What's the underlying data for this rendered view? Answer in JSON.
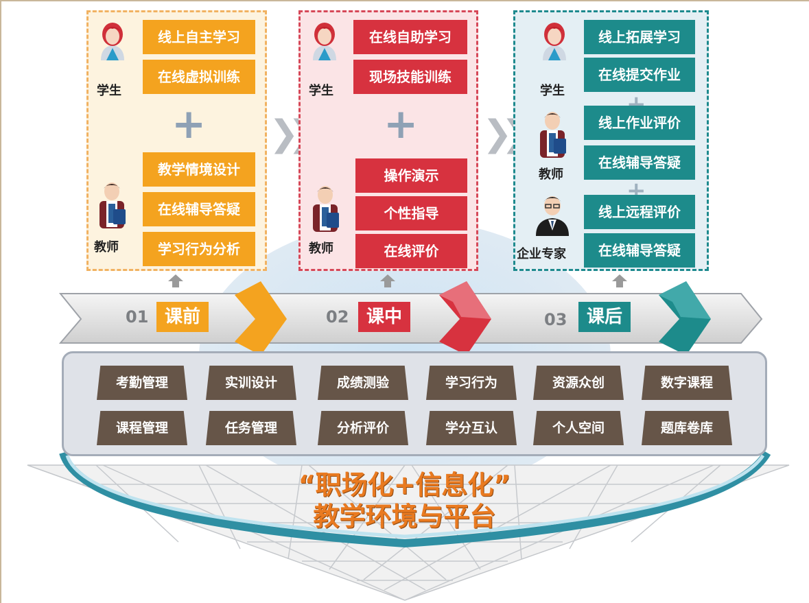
{
  "phases": [
    {
      "num": "01",
      "label": "课前",
      "color": "#f4a31f"
    },
    {
      "num": "02",
      "label": "课中",
      "color": "#d7323f"
    },
    {
      "num": "03",
      "label": "课后",
      "color": "#1d8b8b"
    }
  ],
  "panel1": {
    "student_role": "学生",
    "teacher_role": "教师",
    "student_tasks": [
      "线上自主学习",
      "在线虚拟训练"
    ],
    "teacher_tasks": [
      "教学情境设计",
      "在线辅导答疑",
      "学习行为分析"
    ]
  },
  "panel2": {
    "student_role": "学生",
    "teacher_role": "教师",
    "student_tasks": [
      "在线自助学习",
      "现场技能训练"
    ],
    "teacher_tasks": [
      "操作演示",
      "个性指导",
      "在线评价"
    ]
  },
  "panel3": {
    "student_role": "学生",
    "teacher_role": "教师",
    "expert_role": "企业专家",
    "student_tasks": [
      "线上拓展学习",
      "在线提交作业"
    ],
    "teacher_tasks": [
      "线上作业评价",
      "在线辅导答疑"
    ],
    "expert_tasks": [
      "线上远程评价",
      "在线辅导答疑"
    ]
  },
  "platform": {
    "row1": [
      "考勤管理",
      "实训设计",
      "成绩测验",
      "学习行为",
      "资源众创",
      "数字课程"
    ],
    "row2": [
      "课程管理",
      "任务管理",
      "分析评价",
      "学分互认",
      "个人空间",
      "题库卷库"
    ]
  },
  "slogan": {
    "line1": "“职场化+信息化”",
    "line2": "教学环境与平台"
  },
  "icons": {
    "student": "student-avatar-icon",
    "teacher": "teacher-avatar-icon",
    "expert": "expert-avatar-icon",
    "plus": "plus-icon",
    "chevrons": "double-chevron-icon",
    "up_arrow": "up-arrow-icon"
  },
  "colors": {
    "orange": "#f4a31f",
    "red": "#d7323f",
    "teal": "#1d8b8b",
    "tile": "#665548",
    "slogan": "#e97a20"
  }
}
